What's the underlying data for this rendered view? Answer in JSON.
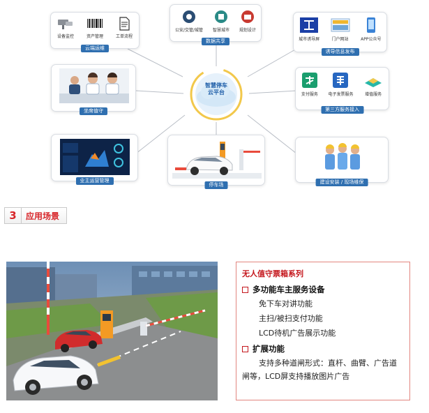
{
  "diagram": {
    "center": {
      "line1": "智慧停车",
      "line2": "云平台"
    },
    "nodes": {
      "cloud_ops": {
        "tag": "云端运维",
        "items": [
          "设备监控",
          "资产管理",
          "工单流程"
        ]
      },
      "data_share": {
        "tag": "数据共享",
        "items": [
          "公安/交管/城管",
          "智慧城市",
          "规划设计"
        ]
      },
      "guidance": {
        "tag": "诱导信息发布",
        "items": [
          "城市诱导屏",
          "门户网站",
          "APP公众号"
        ]
      },
      "duty": {
        "tag": "坐席值守"
      },
      "third_party": {
        "tag": "第三方服务接入",
        "items": [
          "支付服务",
          "电子发票服务",
          "增值服务"
        ]
      },
      "owner_ops": {
        "tag": "业主运营管理"
      },
      "parking": {
        "tag": "停车场"
      },
      "build": {
        "tag": "建设安装 / 现场维保"
      }
    }
  },
  "section": {
    "number": "3",
    "title": "应用场景"
  },
  "panel": {
    "title": "无人值守票箱系列",
    "feature1": {
      "title": "多功能车主服务设备",
      "lines": [
        "免下车对讲功能",
        "主扫/被扫支付功能",
        "LCD待机广告展示功能"
      ]
    },
    "feature2": {
      "title": "扩展功能",
      "text": "支持多种道闸形式：直杆、曲臂、广告道闸等，LCD屏支持播放图片广告"
    }
  },
  "colors": {
    "accent_red": "#c4161c",
    "tag_blue": "#2f6fb0"
  }
}
